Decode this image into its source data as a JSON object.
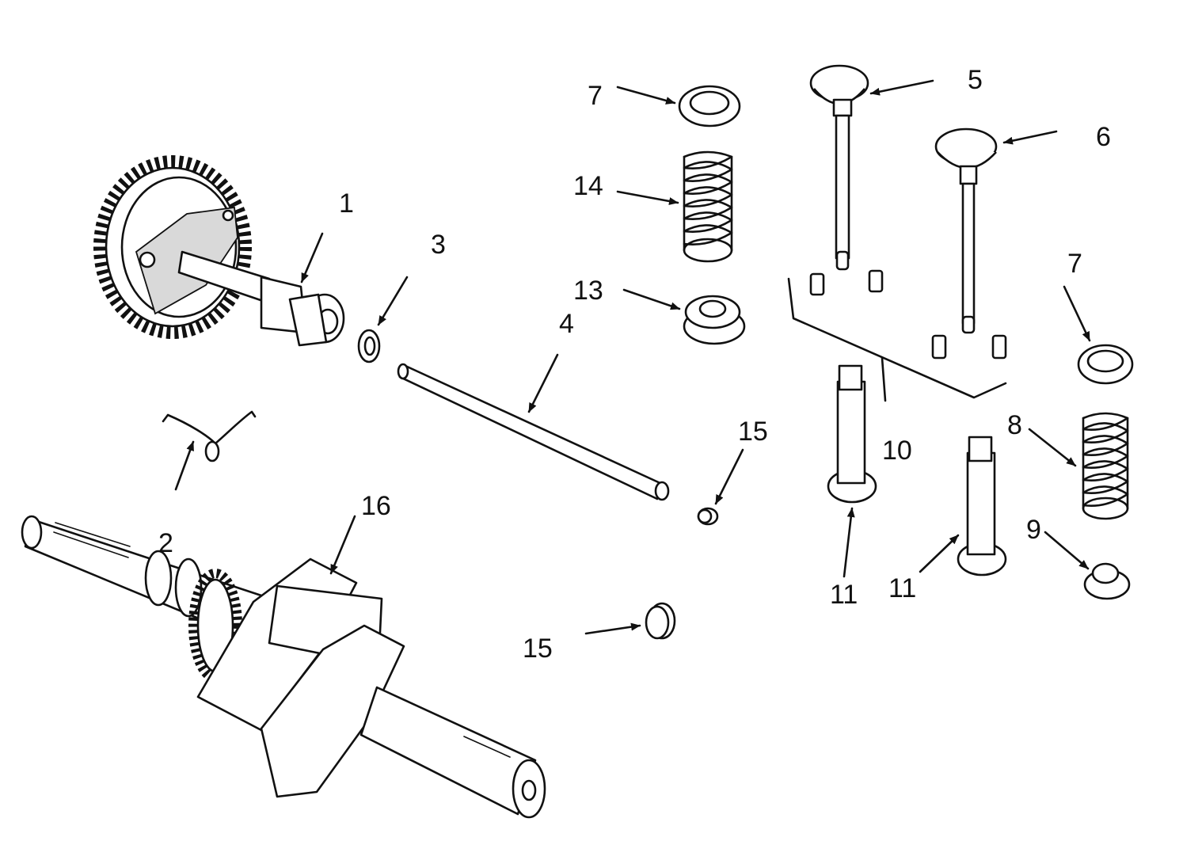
{
  "callouts": [
    {
      "id": "c1",
      "label": "1"
    },
    {
      "id": "c2",
      "label": "2"
    },
    {
      "id": "c3",
      "label": "3"
    },
    {
      "id": "c4",
      "label": "4"
    },
    {
      "id": "c5",
      "label": "5"
    },
    {
      "id": "c6",
      "label": "6"
    },
    {
      "id": "c7a",
      "label": "7"
    },
    {
      "id": "c7b",
      "label": "7"
    },
    {
      "id": "c8",
      "label": "8"
    },
    {
      "id": "c9",
      "label": "9"
    },
    {
      "id": "c10",
      "label": "10"
    },
    {
      "id": "c11a",
      "label": "11"
    },
    {
      "id": "c11b",
      "label": "11"
    },
    {
      "id": "c13",
      "label": "13"
    },
    {
      "id": "c14",
      "label": "14"
    },
    {
      "id": "c15a",
      "label": "15"
    },
    {
      "id": "c15b",
      "label": "15"
    },
    {
      "id": "c16",
      "label": "16"
    }
  ]
}
